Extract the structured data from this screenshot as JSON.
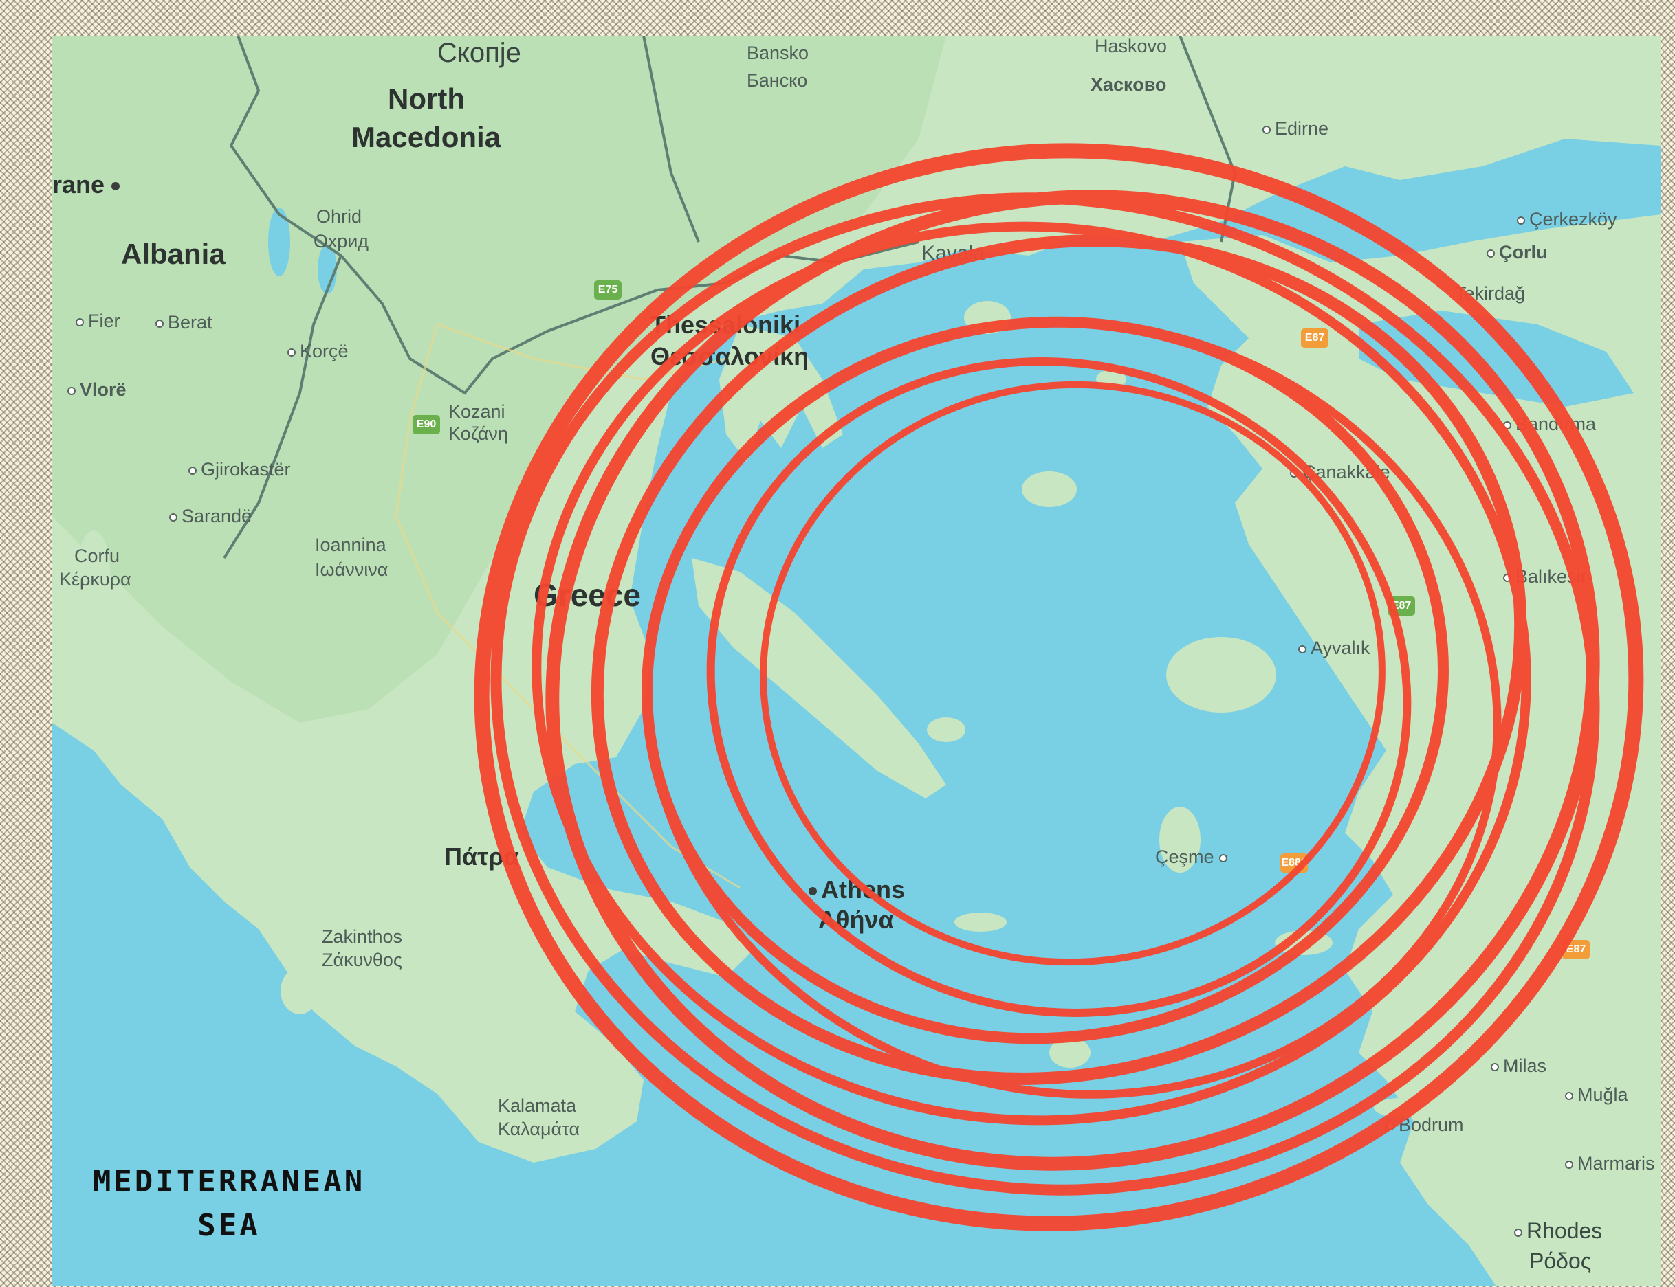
{
  "map": {
    "colors": {
      "sea": "#79cfe4",
      "land": "#c7e6c1",
      "land_dark": "#a9d7a3",
      "border": "#5f7f73",
      "scribble": "#f5462f",
      "frame": "#f6f0dc"
    },
    "labels": {
      "north_macedonia_line1": "North",
      "north_macedonia_line2": "Macedonia",
      "skopje": "Скопје",
      "albania": "Albania",
      "tirane": "rane",
      "ohrid_1": "Ohrid",
      "ohrid_2": "Охрид",
      "fier": "Fier",
      "berat": "Berat",
      "korce": "Korçë",
      "vlore": "Vlorë",
      "gjirokaster": "Gjirokastër",
      "sarande": "Sarandë",
      "corfu_1": "Corfu",
      "corfu_2": "Κέρκυρα",
      "ioannina_1": "Ioannina",
      "ioannina_2": "Ιωάννινα",
      "kozani_1": "Kozani",
      "kozani_2": "Κοζάνη",
      "thessaloniki_1": "Thessaloniki",
      "thessaloniki_2": "Θεσσαλονίκη",
      "kavala": "Kavala",
      "greece": "Greece",
      "athens_1": "Athens",
      "athens_2": "Αθήνα",
      "zakinthos_1": "Zakinthos",
      "zakinthos_2": "Ζάκυνθος",
      "kalamata_1": "Kalamata",
      "kalamata_2": "Καλαμάτα",
      "patra": "Πάτρα",
      "bansko_1": "Bansko",
      "bansko_2": "Банско",
      "haskovo_1": "Haskovo",
      "haskovo_2": "Хасково",
      "edirne": "Edirne",
      "cerkezkoy": "Çerkezköy",
      "corlu": "Çorlu",
      "tekirdag": "Tekirdağ",
      "bandirma": "Bandırma",
      "canakkale": "Çanakkale",
      "balikesir": "Balıkesir",
      "ayvalik": "Ayvalık",
      "cesme": "Çeşme",
      "milas": "Milas",
      "mugla": "Muğla",
      "bodrum": "Bodrum",
      "marmaris": "Marmaris",
      "rhodes_1": "Rhodes",
      "rhodes_2": "Ρόδος"
    },
    "road_shields": [
      "E75",
      "E90",
      "E87",
      "E881",
      "E87",
      "E87"
    ],
    "sea_label_line1": "MEDITERRANEAN",
    "sea_label_line2": "SEA"
  }
}
